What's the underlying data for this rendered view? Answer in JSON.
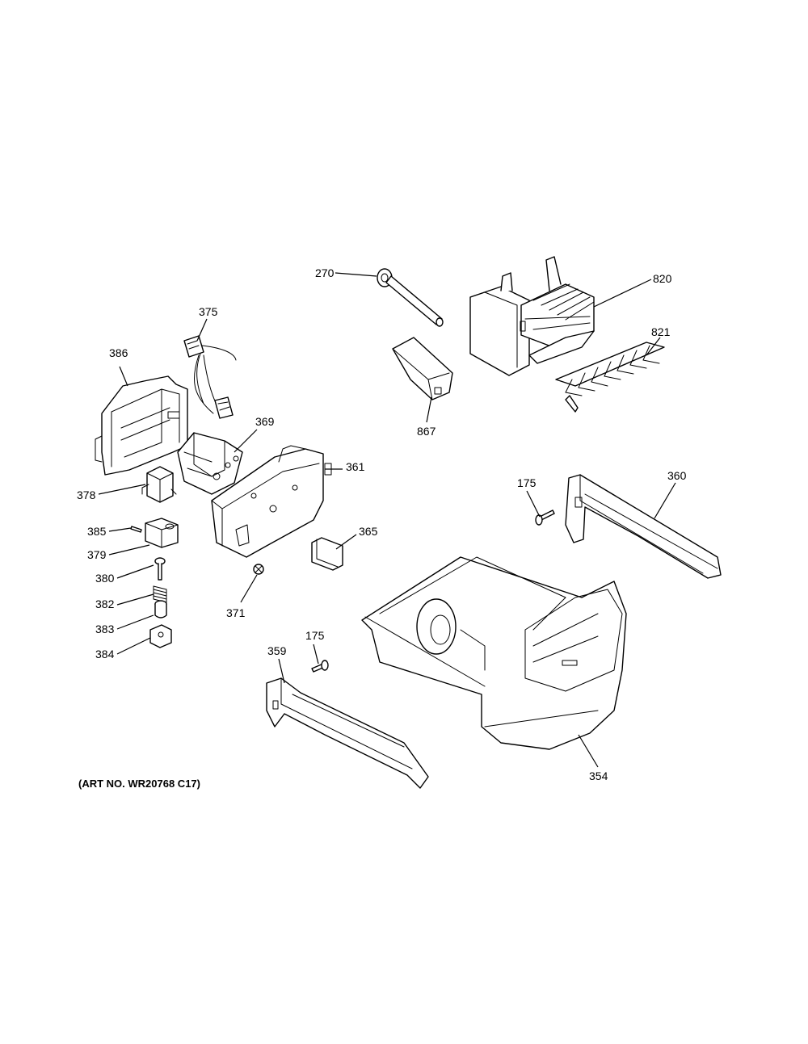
{
  "art_number": "(ART NO. WR20768 C17)",
  "callouts": {
    "c270": "270",
    "c820": "820",
    "c821": "821",
    "c867": "867",
    "c375": "375",
    "c386": "386",
    "c369": "369",
    "c361": "361",
    "c378": "378",
    "c385": "385",
    "c379": "379",
    "c380": "380",
    "c382": "382",
    "c383": "383",
    "c384": "384",
    "c371": "371",
    "c365": "365",
    "c175a": "175",
    "c360": "360",
    "c175b": "175",
    "c359": "359",
    "c354": "354"
  }
}
